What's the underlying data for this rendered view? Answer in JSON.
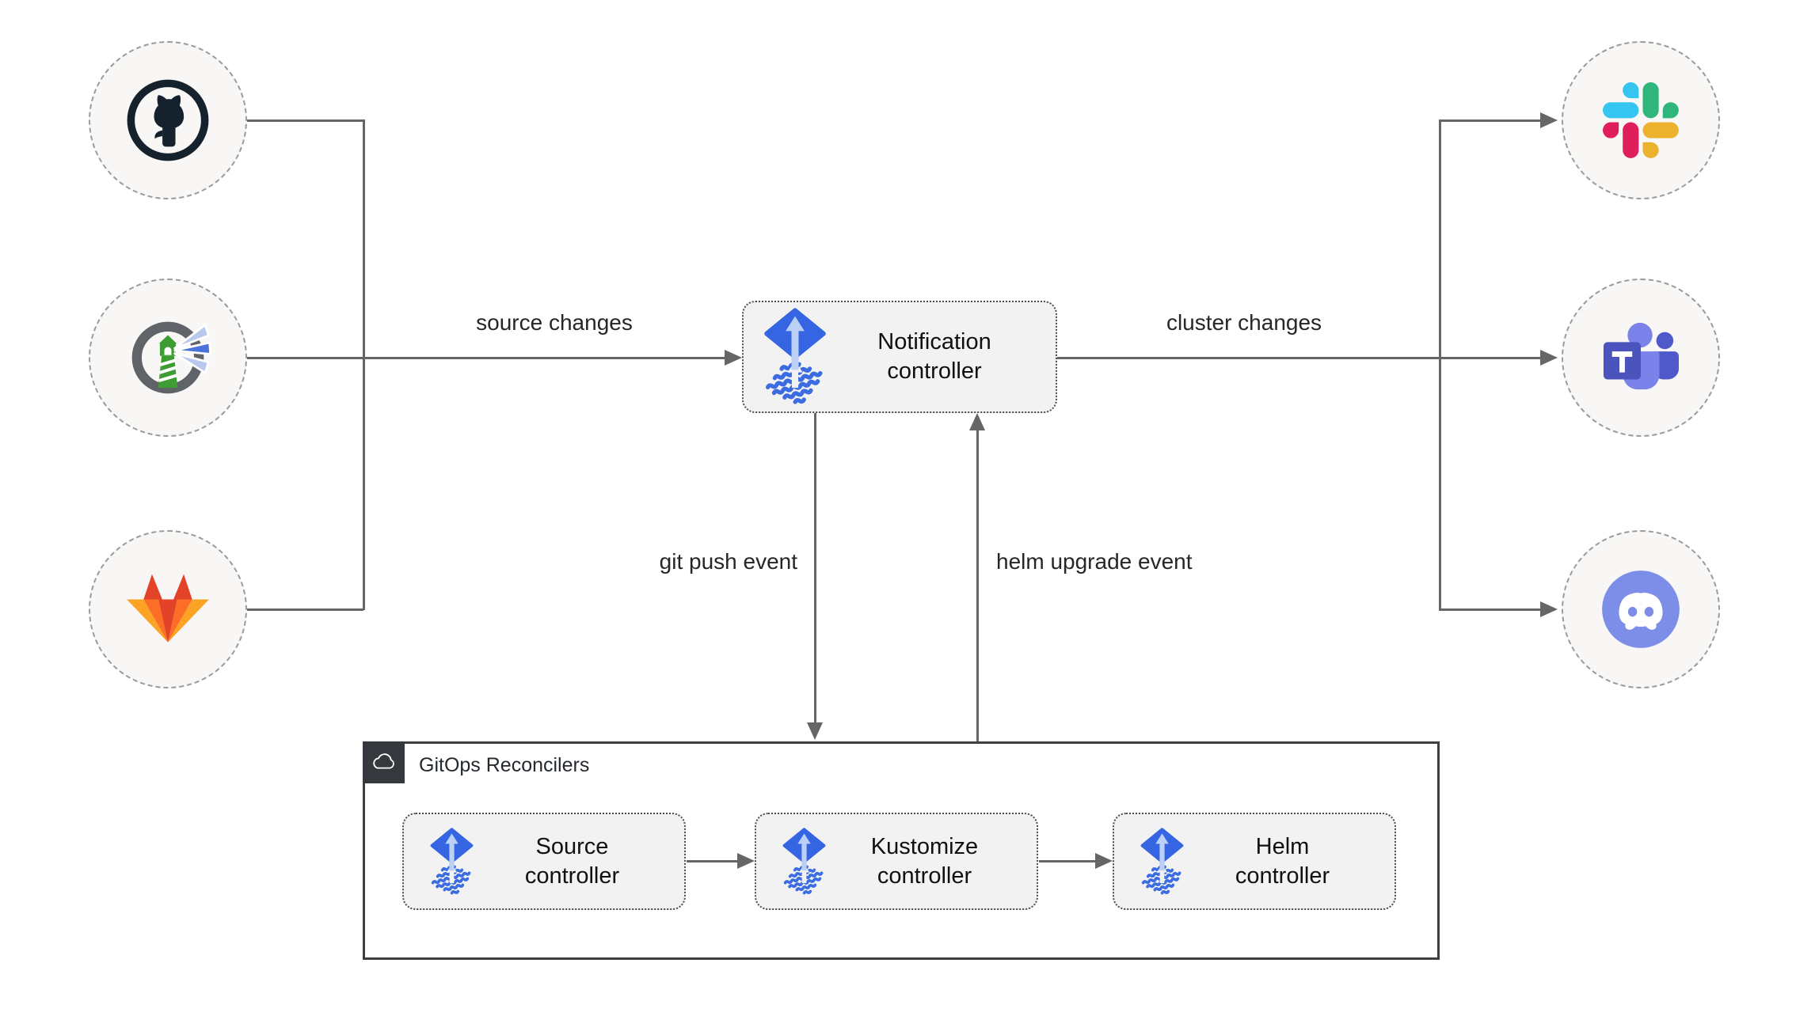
{
  "diagram": {
    "left_nodes": [
      {
        "id": "github",
        "icon": "github-icon"
      },
      {
        "id": "harbor",
        "icon": "harbor-icon"
      },
      {
        "id": "gitlab",
        "icon": "gitlab-icon"
      }
    ],
    "right_nodes": [
      {
        "id": "slack",
        "icon": "slack-icon"
      },
      {
        "id": "teams",
        "icon": "microsoft-teams-icon"
      },
      {
        "id": "discord",
        "icon": "discord-icon"
      }
    ],
    "notification_controller": {
      "line1": "Notification",
      "line2": "controller",
      "icon": "flux-icon"
    },
    "edge_labels": {
      "source_changes": "source changes",
      "cluster_changes": "cluster changes",
      "git_push_event": "git push event",
      "helm_upgrade_event": "helm upgrade event"
    },
    "gitops_group": {
      "title": "GitOps Reconcilers",
      "icon": "cloud-icon",
      "controllers": [
        {
          "line1": "Source",
          "line2": "controller",
          "icon": "flux-icon"
        },
        {
          "line1": "Kustomize",
          "line2": "controller",
          "icon": "flux-icon"
        },
        {
          "line1": "Helm",
          "line2": "controller",
          "icon": "flux-icon"
        }
      ]
    },
    "colors": {
      "connector": "#666666",
      "flux_blue": "#3565e2",
      "flux_arrow_light": "#bccff4",
      "node_fill": "#f8f7f5",
      "box_fill": "#f2f2f2",
      "gitops_corner": "#35393d"
    }
  }
}
